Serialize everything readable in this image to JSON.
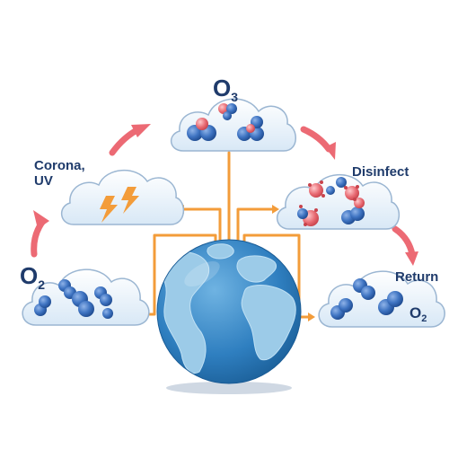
{
  "labels": {
    "o3": {
      "main": "O",
      "sub": "3"
    },
    "corona_uv": {
      "line1": "Corona,",
      "line2": "UV"
    },
    "disinfect": "Disinfect",
    "o2_left": {
      "main": "O",
      "sub": "2"
    },
    "return": "Return",
    "o2_right": {
      "main": "O",
      "sub": "2"
    }
  },
  "colors": {
    "arrow": "#ec6a74",
    "connector": "#f39c3a",
    "label": "#1f3b6b",
    "molecule": "#3f74c2",
    "oxygen_atom_active": "#e86b73",
    "ocean": "#2f7fc0",
    "land": "#9ccbe8",
    "lightning": "#f39c3a"
  },
  "icons": {
    "center": "globe-icon",
    "corona_cloud": "lightning-icon"
  }
}
